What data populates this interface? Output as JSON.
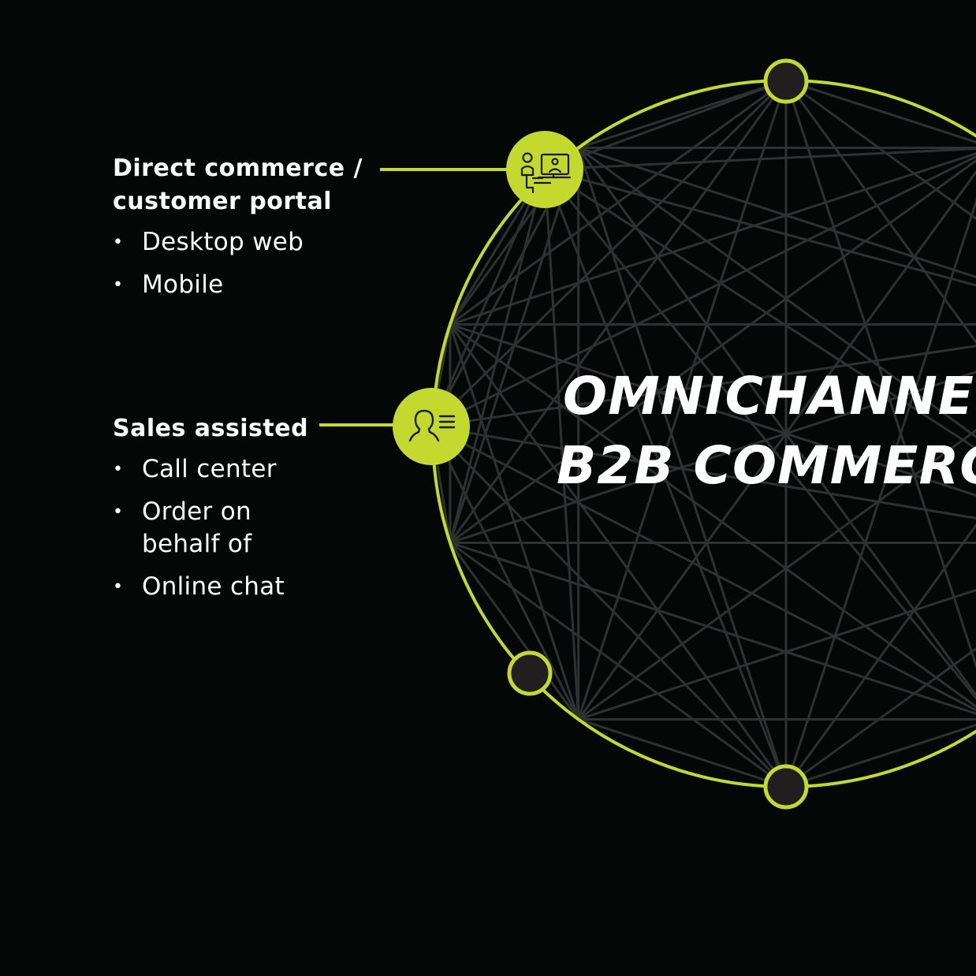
{
  "center": {
    "line1": "OMNICHANNE",
    "line2": "B2B COMMERC"
  },
  "channels": [
    {
      "title": "Direct commerce /\ncustomer portal",
      "icon": "person-at-computer-icon",
      "items": [
        "Desktop web",
        "Mobile"
      ]
    },
    {
      "title": "Sales assisted",
      "icon": "agent-profile-icon",
      "items": [
        "Call center",
        "Order on behalf of",
        "Online chat"
      ]
    }
  ],
  "colors": {
    "background": "#050707",
    "accent": "#c4d92e",
    "mesh": "#2e3131",
    "node_fill": "#221e1f",
    "text": "#ffffff"
  }
}
